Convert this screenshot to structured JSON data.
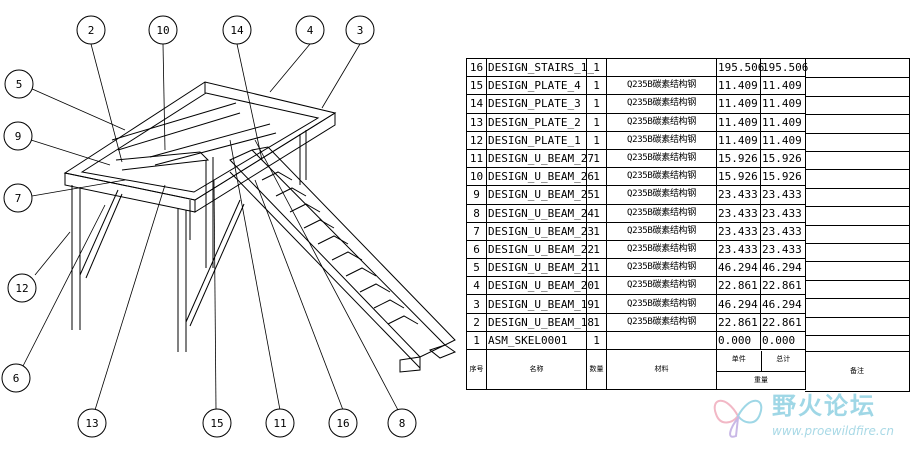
{
  "balloons": [
    "2",
    "10",
    "14",
    "4",
    "3",
    "5",
    "9",
    "7",
    "12",
    "6",
    "13",
    "15",
    "11",
    "16",
    "8"
  ],
  "bom_table": {
    "rows": [
      {
        "no": "16",
        "name": "DESIGN_STAIRS_1_",
        "qty": "1",
        "material": "",
        "unit": "195.506",
        "total": "195.506",
        "remark": ""
      },
      {
        "no": "15",
        "name": "DESIGN_PLATE_4",
        "qty": "1",
        "material": "Q235B碳素结构钢",
        "unit": "11.409",
        "total": "11.409",
        "remark": ""
      },
      {
        "no": "14",
        "name": "DESIGN_PLATE_3",
        "qty": "1",
        "material": "Q235B碳素结构钢",
        "unit": "11.409",
        "total": "11.409",
        "remark": ""
      },
      {
        "no": "13",
        "name": "DESIGN_PLATE_2",
        "qty": "1",
        "material": "Q235B碳素结构钢",
        "unit": "11.409",
        "total": "11.409",
        "remark": ""
      },
      {
        "no": "12",
        "name": "DESIGN_PLATE_1",
        "qty": "1",
        "material": "Q235B碳素结构钢",
        "unit": "11.409",
        "total": "11.409",
        "remark": ""
      },
      {
        "no": "11",
        "name": "DESIGN_U_BEAM_27",
        "qty": "1",
        "material": "Q235B碳素结构钢",
        "unit": "15.926",
        "total": "15.926",
        "remark": ""
      },
      {
        "no": "10",
        "name": "DESIGN_U_BEAM_26",
        "qty": "1",
        "material": "Q235B碳素结构钢",
        "unit": "15.926",
        "total": "15.926",
        "remark": ""
      },
      {
        "no": "9",
        "name": "DESIGN_U_BEAM_25",
        "qty": "1",
        "material": "Q235B碳素结构钢",
        "unit": "23.433",
        "total": "23.433",
        "remark": ""
      },
      {
        "no": "8",
        "name": "DESIGN_U_BEAM_24",
        "qty": "1",
        "material": "Q235B碳素结构钢",
        "unit": "23.433",
        "total": "23.433",
        "remark": ""
      },
      {
        "no": "7",
        "name": "DESIGN_U_BEAM_23",
        "qty": "1",
        "material": "Q235B碳素结构钢",
        "unit": "23.433",
        "total": "23.433",
        "remark": ""
      },
      {
        "no": "6",
        "name": "DESIGN_U_BEAM_22",
        "qty": "1",
        "material": "Q235B碳素结构钢",
        "unit": "23.433",
        "total": "23.433",
        "remark": ""
      },
      {
        "no": "5",
        "name": "DESIGN_U_BEAM_21",
        "qty": "1",
        "material": "Q235B碳素结构钢",
        "unit": "46.294",
        "total": "46.294",
        "remark": ""
      },
      {
        "no": "4",
        "name": "DESIGN_U_BEAM_20",
        "qty": "1",
        "material": "Q235B碳素结构钢",
        "unit": "22.861",
        "total": "22.861",
        "remark": ""
      },
      {
        "no": "3",
        "name": "DESIGN_U_BEAM_19",
        "qty": "1",
        "material": "Q235B碳素结构钢",
        "unit": "46.294",
        "total": "46.294",
        "remark": ""
      },
      {
        "no": "2",
        "name": "DESIGN_U_BEAM_18",
        "qty": "1",
        "material": "Q235B碳素结构钢",
        "unit": "22.861",
        "total": "22.861",
        "remark": ""
      },
      {
        "no": "1",
        "name": "ASM_SKEL0001",
        "qty": "1",
        "material": "",
        "unit": "0.000",
        "total": "0.000",
        "remark": ""
      }
    ],
    "header": {
      "no": "序号",
      "name": "名称",
      "qty": "数量",
      "material": "材料",
      "unit": "单件",
      "total": "总计",
      "weight": "重量",
      "remark": "备注"
    }
  },
  "watermark": {
    "title": "野火论坛",
    "url": "www.proewildfire.cn"
  }
}
